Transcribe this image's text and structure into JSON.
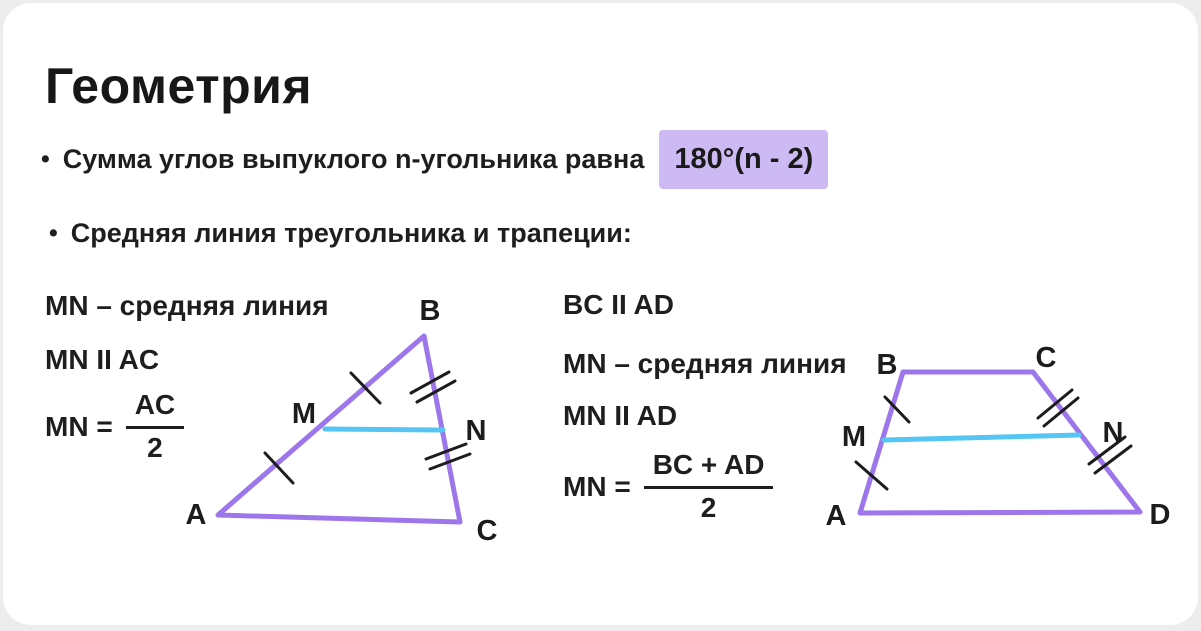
{
  "slide": {
    "title": "Геометрия",
    "bullet1": {
      "marker": "•",
      "text": "Сумма углов выпуклого n-угольника равна",
      "highlight": "180°(n - 2)"
    },
    "bullet2": {
      "marker": "•",
      "text": "Средняя линия треугольника и трапеции:"
    }
  },
  "triangle": {
    "caption": "MN – средняя линия",
    "parallel": "MN II AC",
    "formula": {
      "lhs": "MN =",
      "numerator": "AC",
      "denominator": "2"
    },
    "labels": {
      "A": "A",
      "B": "B",
      "C": "C",
      "M": "M",
      "N": "N"
    }
  },
  "trapezoid": {
    "bases_parallel": "BC II AD",
    "caption": "MN – средняя линия",
    "parallel": "MN II AD",
    "formula": {
      "lhs": "MN =",
      "numerator": "BC + AD",
      "denominator": "2"
    },
    "labels": {
      "A": "A",
      "B": "B",
      "C": "C",
      "D": "D",
      "M": "M",
      "N": "N"
    }
  },
  "colors": {
    "shape_purple": "#9d76ec",
    "midline_blue": "#55c6f3",
    "highlight_lavender": "#cdb9f3",
    "text": "#1e1e1e",
    "card_background": "#ffffff"
  }
}
